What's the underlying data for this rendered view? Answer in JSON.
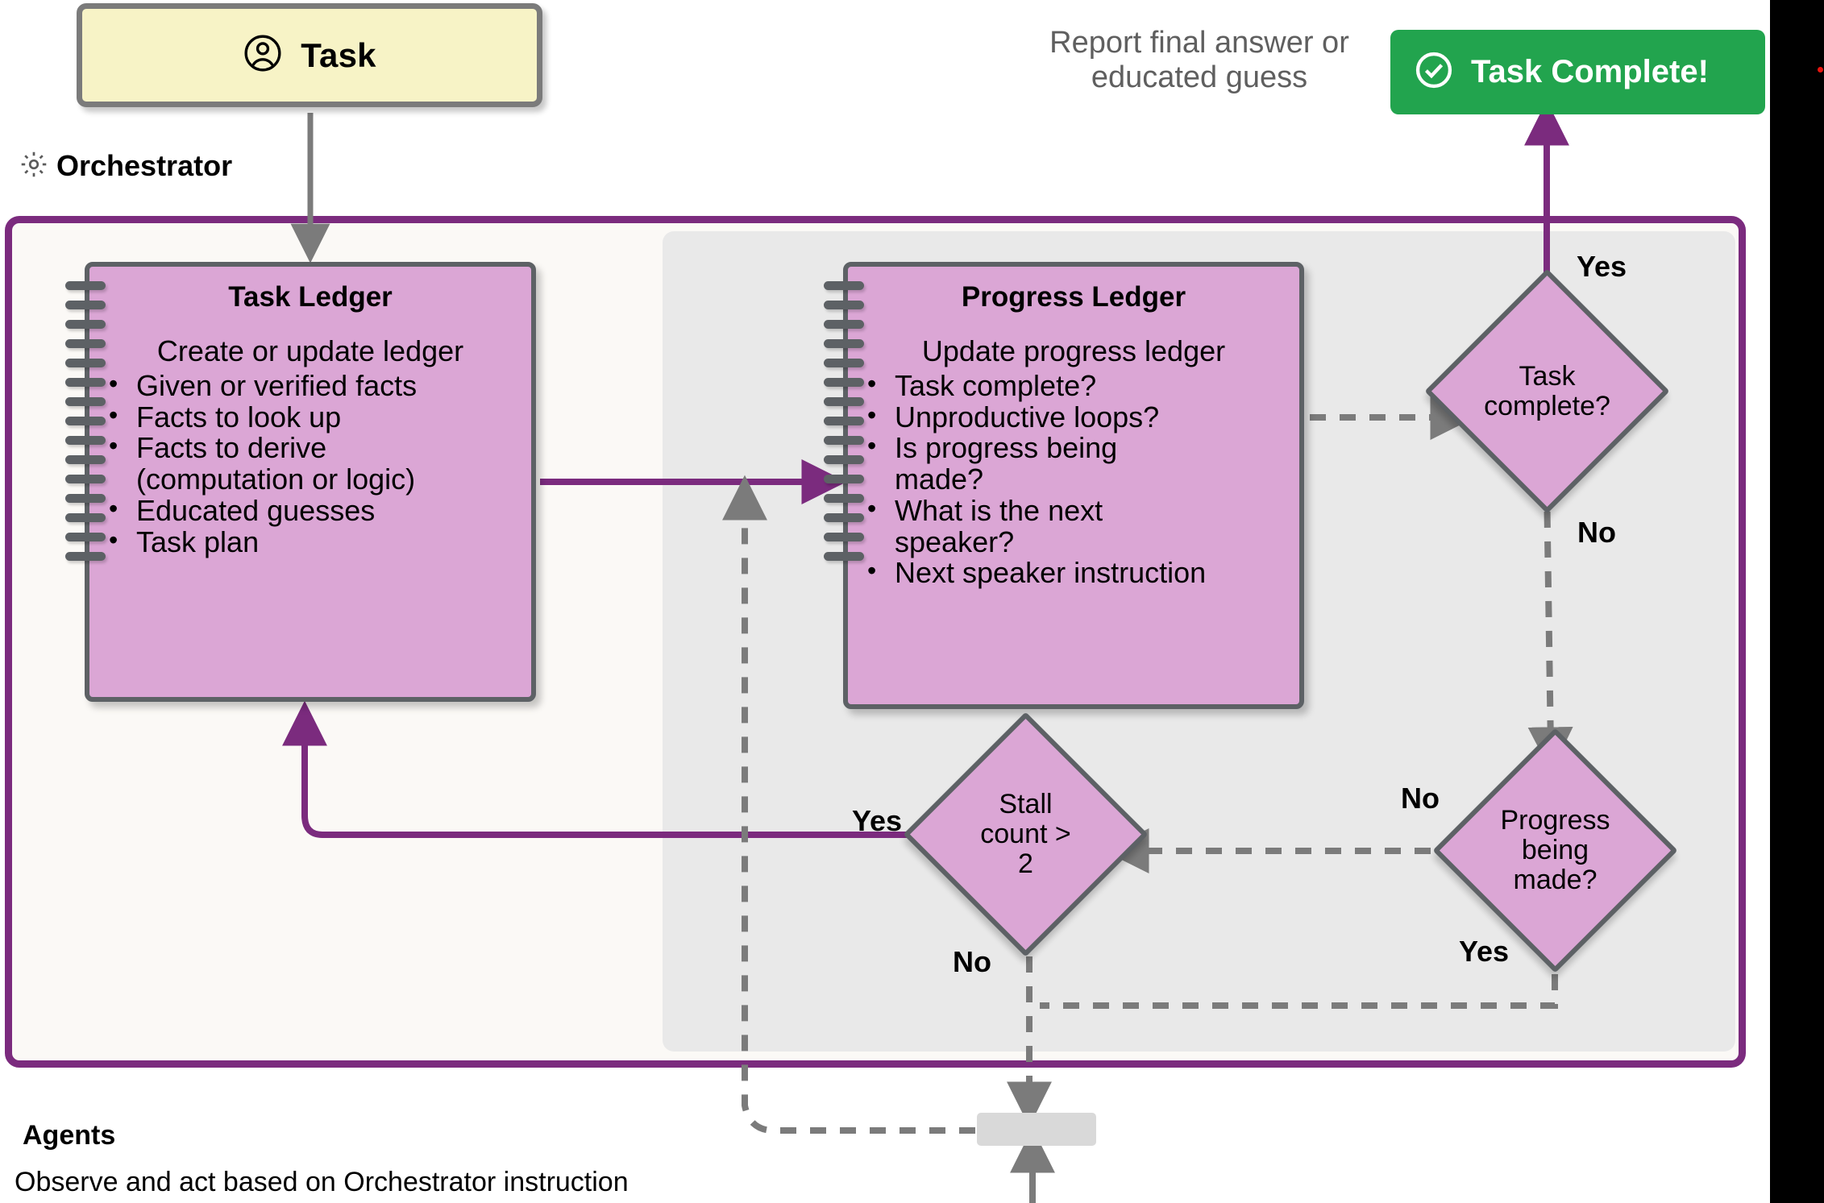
{
  "task_card": {
    "label": "Task",
    "icon": "person-circle-icon"
  },
  "orchestrator": {
    "label": "Orchestrator",
    "icon": "gear-icon"
  },
  "report_caption": "Report final answer or\neducated guess",
  "complete_button": {
    "label": "Task Complete!",
    "icon": "check-circle-icon",
    "color": "#22a44e"
  },
  "task_ledger": {
    "title": "Task Ledger",
    "subtitle": "Create or update ledger",
    "items": [
      "Given or verified facts",
      "Facts to look up",
      "Facts to derive",
      "(computation or logic)",
      "Educated guesses",
      "Task plan"
    ]
  },
  "progress_ledger": {
    "title": "Progress Ledger",
    "subtitle": "Update progress ledger",
    "items": [
      "Task complete?",
      "Unproductive loops?",
      "Is progress being",
      "made?",
      "What is the next",
      "speaker?",
      "Next speaker instruction"
    ]
  },
  "decisions": {
    "task_complete": "Task\ncomplete?",
    "progress_made": "Progress\nbeing\nmade?",
    "stall_count": "Stall\ncount >\n2"
  },
  "edge_labels": {
    "task_complete_yes": "Yes",
    "task_complete_no": "No",
    "progress_made_no": "No",
    "progress_made_yes": "Yes",
    "stall_yes": "Yes",
    "stall_no": "No"
  },
  "agents": {
    "title": "Agents",
    "subtitle": "Observe and act based on Orchestrator instruction"
  },
  "colors": {
    "purple_border": "#7b2b7e",
    "card_fill": "#dba6d5",
    "card_border": "#5d6165",
    "task_fill": "#f7f3c6",
    "panel_fill": "#e9e9e9",
    "container_fill": "#fbf9f6",
    "arrow_gray": "#7b7b7b",
    "green": "#22a44e"
  }
}
